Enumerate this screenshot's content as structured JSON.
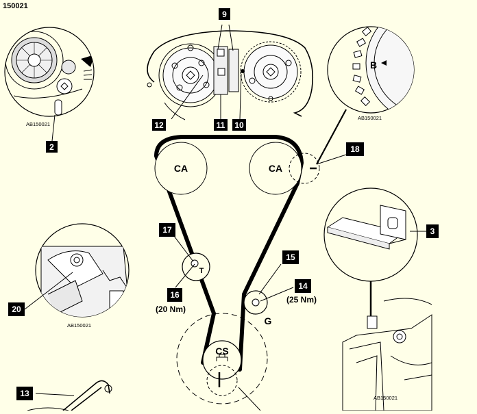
{
  "page_code": "150021",
  "inset_code": "AB150021",
  "callouts": {
    "c2": "2",
    "c3": "3",
    "c9": "9",
    "c10": "10",
    "c11": "11",
    "c12": "12",
    "c13": "13",
    "c14": "14",
    "c15": "15",
    "c16": "16",
    "c17": "17",
    "c18": "18",
    "c20": "20"
  },
  "pulleys": {
    "cam_left": "CA",
    "cam_right": "CA",
    "crank": "CS",
    "tensioner": "T",
    "idler": "G"
  },
  "marks": {
    "b": "B"
  },
  "torques": {
    "t16": "(20 Nm)",
    "t14": "(25 Nm)"
  },
  "colors": {
    "background": "#FFFFE8",
    "ink": "#000000",
    "label_box": "#000000",
    "label_text": "#ffffff"
  }
}
